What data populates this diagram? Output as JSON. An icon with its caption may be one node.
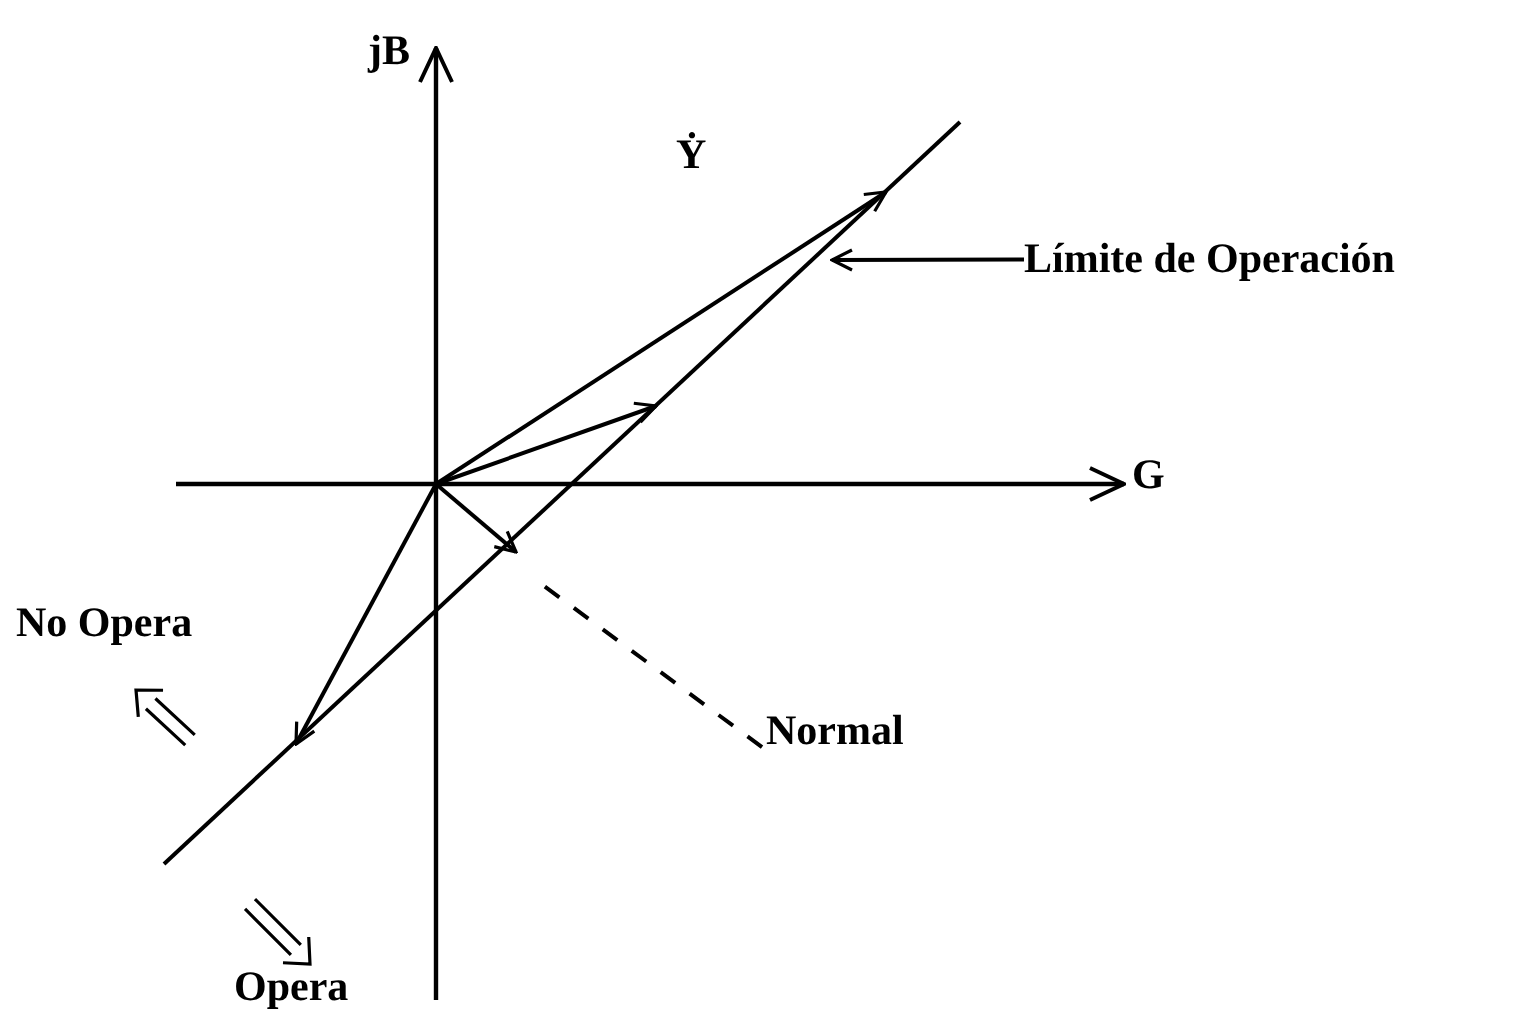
{
  "diagram": {
    "nodes": [
      {
        "text": [
          "Límite de Operación"
        ]
      },
      {
        "text": [
          "Normal"
        ]
      }
    ],
    "edges": [
      {
        "from": 0,
        "to": null,
        "arrow": "to"
      },
      {
        "from": 1,
        "to": null,
        "arrow": "none",
        "style": "dashed"
      }
    ],
    "labels": [
      "jB",
      "Ẏ",
      "G",
      "No Opera",
      "Opera"
    ]
  }
}
